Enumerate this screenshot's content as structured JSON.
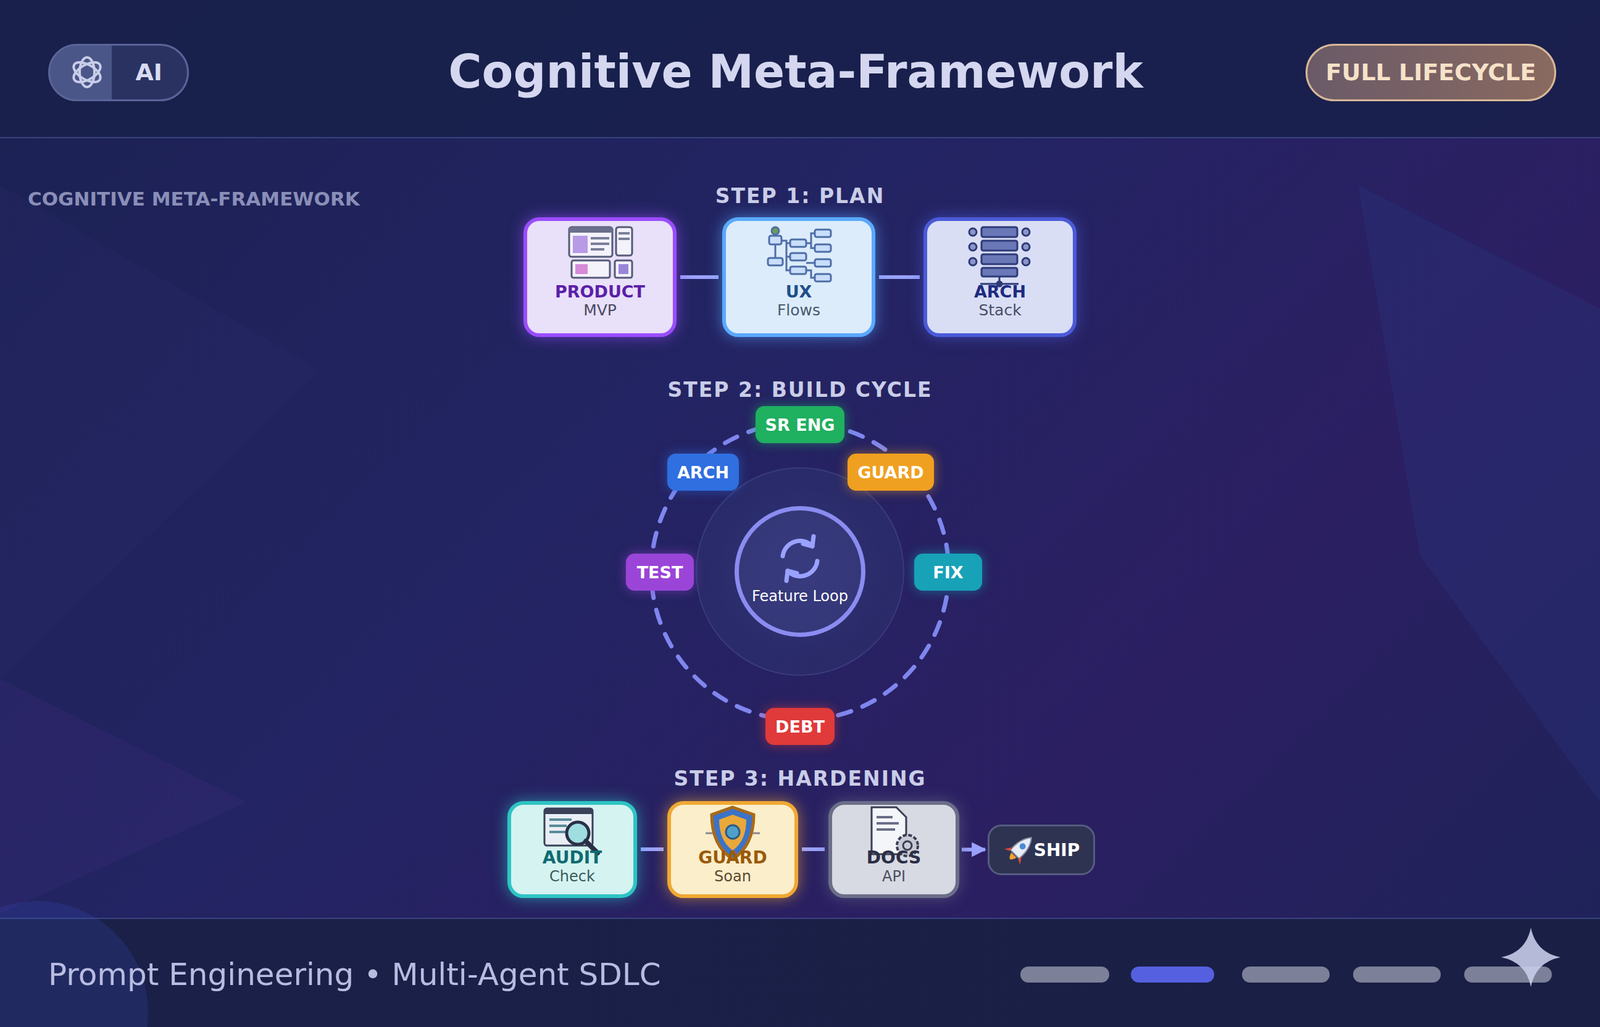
{
  "diagram": {
    "title": "Cognitive Meta-Framework",
    "caption": "Prompt Engineering • Multi-Agent SDLC",
    "nodes": [
      {
        "text": [
          "AI"
        ]
      },
      {
        "text": [
          "FULL LIFECYCLE"
        ]
      },
      {
        "text": [
          "PRODUCT",
          "MVP"
        ]
      },
      {
        "text": [
          "UX",
          "Flows"
        ]
      },
      {
        "text": [
          "ARCH",
          "Stack"
        ]
      },
      {
        "text": [
          "SR ENG"
        ]
      },
      {
        "text": [
          "GUARD"
        ]
      },
      {
        "text": [
          "FIX"
        ]
      },
      {
        "text": [
          "DEBT"
        ]
      },
      {
        "text": [
          "TEST"
        ]
      },
      {
        "text": [
          "ARCH"
        ]
      },
      {
        "text": [
          "Feature Loop"
        ]
      },
      {
        "text": [
          "AUDIT",
          "Check"
        ]
      },
      {
        "text": [
          "GUARD",
          "Soan"
        ]
      },
      {
        "text": [
          "DOCS",
          "API"
        ]
      },
      {
        "text": [
          "SHIP"
        ]
      }
    ],
    "edges": [
      {
        "from": 2,
        "to": 3,
        "arrow": "none"
      },
      {
        "from": 3,
        "to": 4,
        "arrow": "none"
      },
      {
        "from": 12,
        "to": 13,
        "arrow": "none"
      },
      {
        "from": 13,
        "to": 14,
        "arrow": "none"
      },
      {
        "from": 14,
        "to": 15,
        "arrow": "to"
      }
    ],
    "labels": [
      "COGNITIVE META-FRAMEWORK",
      "STEP 1: PLAN",
      "STEP 2: BUILD CYCLE",
      "STEP 3: HARDENING"
    ]
  }
}
